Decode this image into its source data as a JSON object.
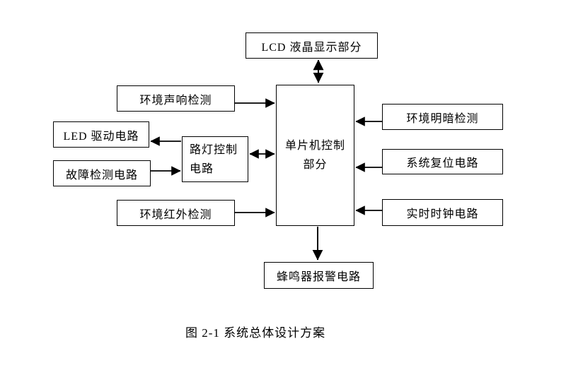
{
  "figure": {
    "caption": "图 2-1 系统总体设计方案"
  },
  "diagram": {
    "boxes": {
      "lcd": {
        "label": "LCD 液晶显示部分"
      },
      "env_sound": {
        "label": "环境声响检测"
      },
      "led_driver": {
        "label": "LED 驱动电路"
      },
      "fault_detect": {
        "label": "故障检测电路"
      },
      "street_ctrl": {
        "lines": [
          "路灯控制",
          "电路"
        ]
      },
      "mcu": {
        "lines": [
          "单片机控制",
          "部分"
        ]
      },
      "env_infrared": {
        "label": "环境红外检测"
      },
      "env_light": {
        "label": "环境明暗检测"
      },
      "sys_reset": {
        "label": "系统复位电路"
      },
      "rtc": {
        "label": "实时时钟电路"
      },
      "buzzer": {
        "label": "蜂鸣器报警电路"
      }
    },
    "connections": [
      {
        "from": "lcd",
        "to": "mcu",
        "style": "bidirectional"
      },
      {
        "from": "env_sound",
        "to": "mcu",
        "style": "single"
      },
      {
        "from": "street_ctrl",
        "to": "led_driver",
        "style": "single"
      },
      {
        "from": "fault_detect",
        "to": "street_ctrl",
        "style": "single"
      },
      {
        "from": "street_ctrl",
        "to": "mcu",
        "style": "bidirectional"
      },
      {
        "from": "env_infrared",
        "to": "mcu",
        "style": "single"
      },
      {
        "from": "env_light",
        "to": "mcu",
        "style": "single"
      },
      {
        "from": "sys_reset",
        "to": "mcu",
        "style": "single"
      },
      {
        "from": "rtc",
        "to": "mcu",
        "style": "single"
      },
      {
        "from": "mcu",
        "to": "buzzer",
        "style": "single"
      }
    ],
    "colors": {
      "line": "#000000",
      "text": "#000000",
      "background": "#ffffff"
    }
  }
}
